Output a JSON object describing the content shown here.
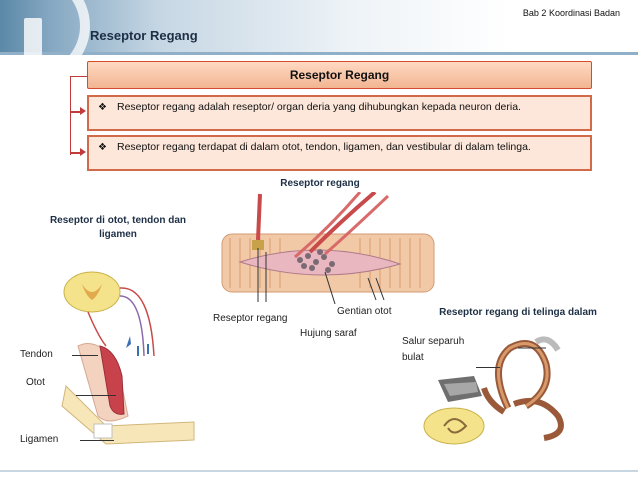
{
  "header": {
    "chapter": "Bab 2 Koordinasi Badan",
    "page_title": "Reseptor Regang"
  },
  "box_title": "Reseptor Regang",
  "points": [
    {
      "bullet": "❖",
      "text": "Reseptor regang adalah reseptor/ organ deria yang dihubungkan kepada neuron deria."
    },
    {
      "bullet": "❖",
      "text": "Reseptor regang terdapat di dalam otot, tendon, ligamen, dan vestibular di dalam telinga."
    }
  ],
  "diagram": {
    "caption_center": "Reseptor regang",
    "caption_left": "Reseptor di otot, tendon dan ligamen",
    "caption_right": "Reseptor regang di telinga dalam",
    "label_reseptor": "Reseptor regang",
    "label_gentian": "Gentian otot",
    "label_hujung": "Hujung saraf",
    "label_tendon": "Tendon",
    "label_otot": "Otot",
    "label_ligamen": "Ligamen",
    "label_salur": "Salur separuh bulat"
  }
}
